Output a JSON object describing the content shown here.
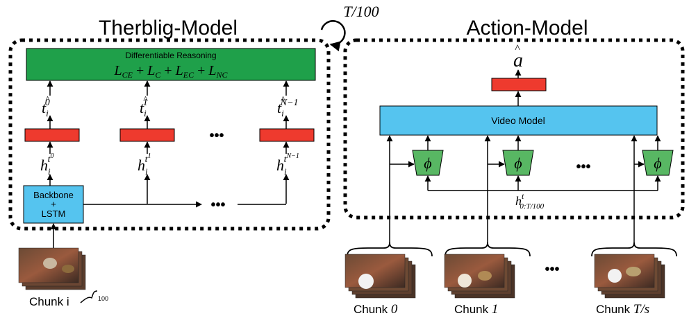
{
  "therblig": {
    "title": "Therblig-Model",
    "loop_label": "T/100",
    "reasoning": {
      "title": "Differentiable Reasoning",
      "loss_terms": [
        {
          "base": "L",
          "sub": "CE"
        },
        {
          "base": "L",
          "sub": "C"
        },
        {
          "base": "L",
          "sub": "EC"
        },
        {
          "base": "L",
          "sub": "NC"
        }
      ]
    },
    "outputs": [
      {
        "base": "t",
        "sub": "i",
        "sup": "0"
      },
      {
        "base": "t",
        "sub": "i",
        "sup": "1"
      },
      {
        "base": "t",
        "sub": "i",
        "sup": "N−1"
      }
    ],
    "hidden": [
      {
        "base": "h",
        "sub": "i",
        "sup": "t",
        "supsup": "0"
      },
      {
        "base": "h",
        "sub": "i",
        "sup": "t",
        "supsup": "1"
      },
      {
        "base": "h",
        "sub": "i",
        "sup": "t",
        "supsup": "N−1"
      }
    ],
    "ellipsis": "•••",
    "backbone": {
      "line1": "Backbone",
      "line2": "+",
      "line3": "LSTM"
    },
    "chunk_label": "Chunk i",
    "chunk_count": "100"
  },
  "action": {
    "title": "Action-Model",
    "output": {
      "base": "a"
    },
    "video_model": "Video Model",
    "phi": "ϕ",
    "ellipsis": "•••",
    "hidden_label": {
      "base": "h",
      "sup": "t",
      "sub": "0:T/100"
    },
    "chunks": [
      {
        "word": "Chunk",
        "index": "0"
      },
      {
        "word": "Chunk",
        "index": "1"
      },
      {
        "word": "Chunk",
        "index": "T/s"
      }
    ]
  },
  "colors": {
    "reasoning_green": "#1fa04a",
    "head_red": "#ee3a2e",
    "backbone_blue": "#55c4ef",
    "video_blue": "#55c4ef",
    "phi_green": "#58b763"
  }
}
